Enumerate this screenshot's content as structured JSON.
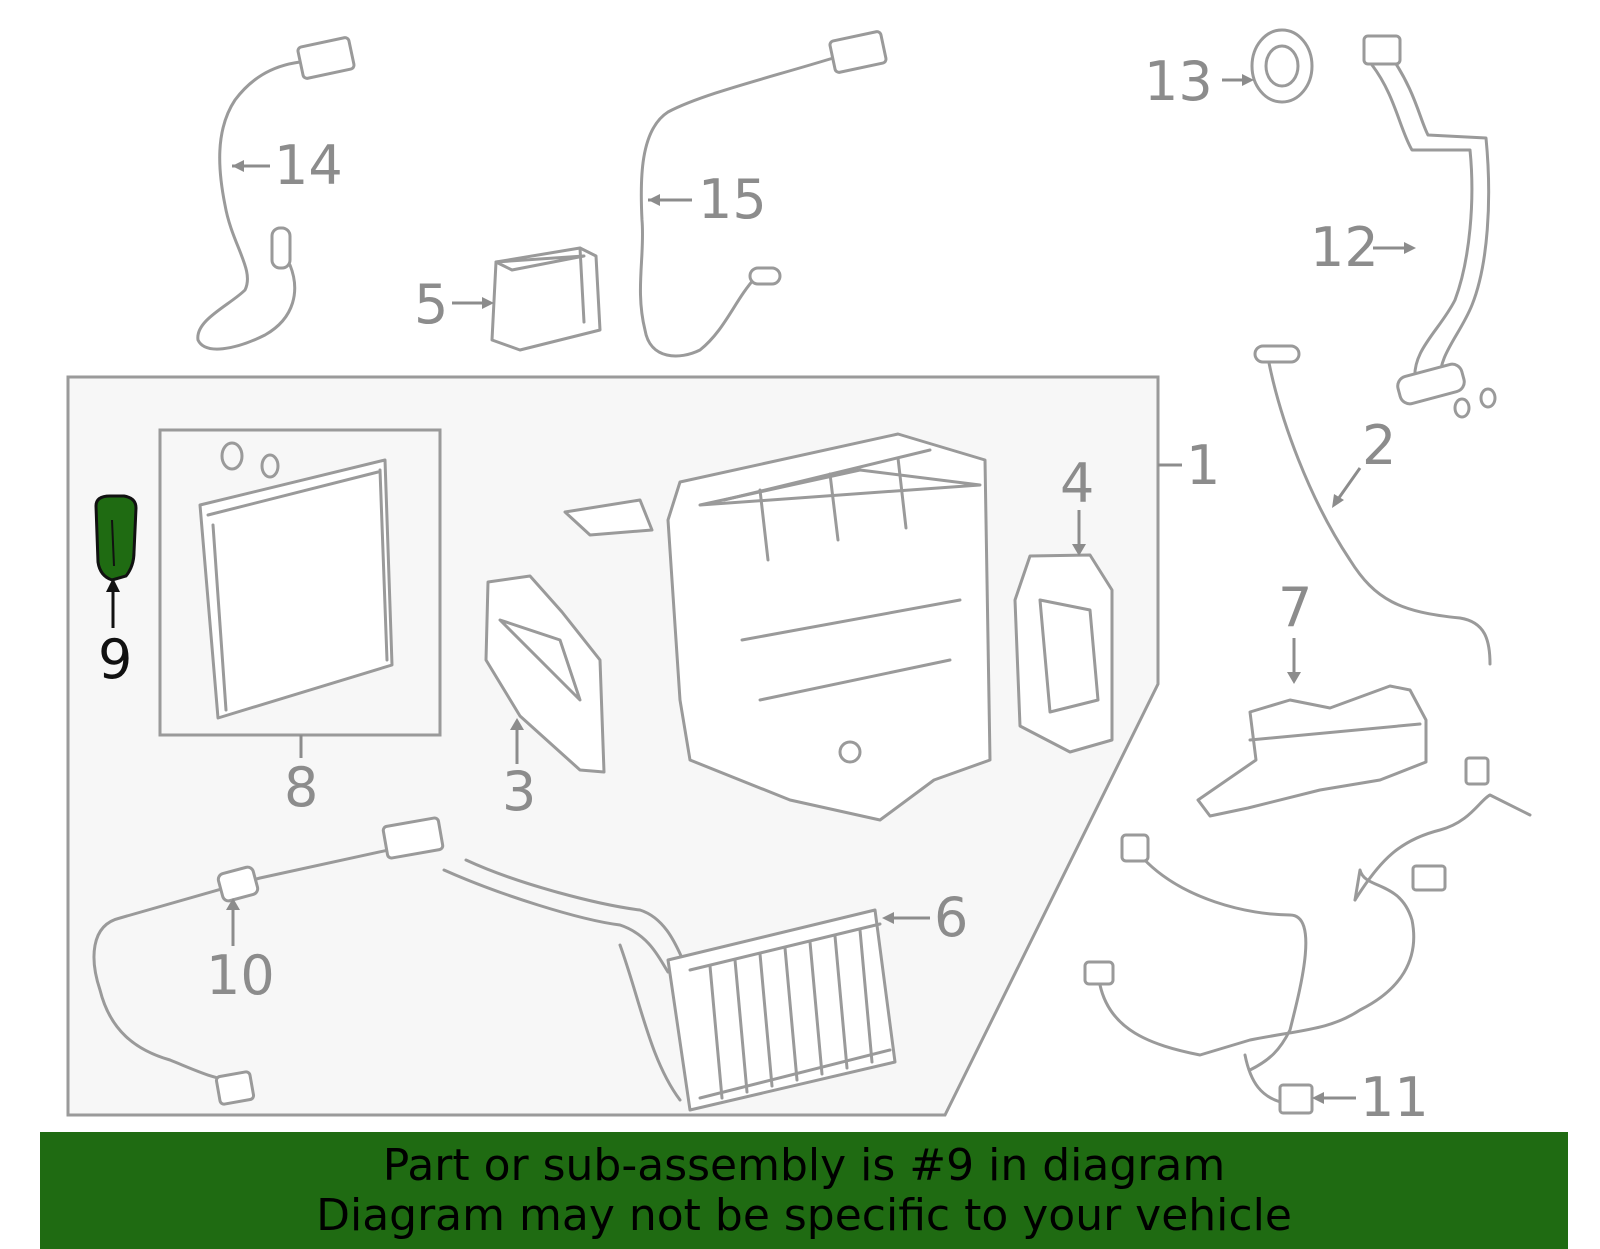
{
  "colors": {
    "banner_bg": "#1f6b12",
    "highlight_part": "#1f6b12",
    "line_gray": "#9a9a9a",
    "panel_bg": "#f7f7f7"
  },
  "callouts": {
    "c1": "1",
    "c2": "2",
    "c3": "3",
    "c4": "4",
    "c5": "5",
    "c6": "6",
    "c7": "7",
    "c8": "8",
    "c9": "9",
    "c10": "10",
    "c11": "11",
    "c12": "12",
    "c13": "13",
    "c14": "14",
    "c15": "15"
  },
  "banner": {
    "line1": "Part or sub-assembly is #9 in diagram",
    "line2": "Diagram may not be specific to your vehicle"
  }
}
